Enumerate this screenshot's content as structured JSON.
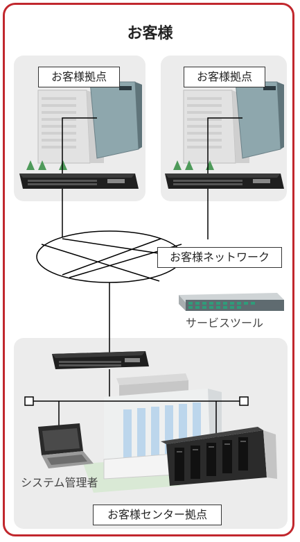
{
  "diagram": {
    "title": "お客様",
    "site_left_label": "お客様拠点",
    "site_right_label": "お客様拠点",
    "network_label": "お客様ネットワーク",
    "service_tool_label": "サービスツール",
    "sysadmin_label": "システム管理者",
    "center_label": "お客様センター拠点"
  },
  "colors": {
    "frame": "#c1272d",
    "panel": "#ececec",
    "switch": "#1f1f1f"
  }
}
